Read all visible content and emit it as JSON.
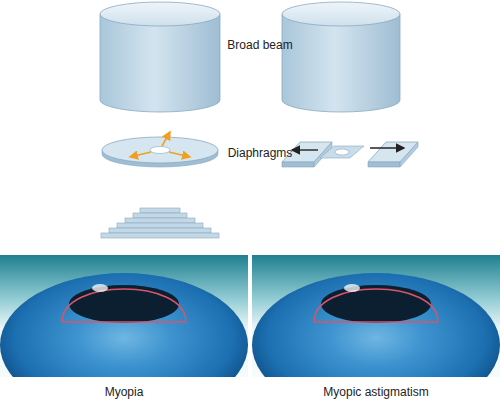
{
  "diagram": {
    "labels": [
      "Broad beam",
      "Diaphragms",
      "Myopia",
      "Myopic astigmatism"
    ]
  }
}
